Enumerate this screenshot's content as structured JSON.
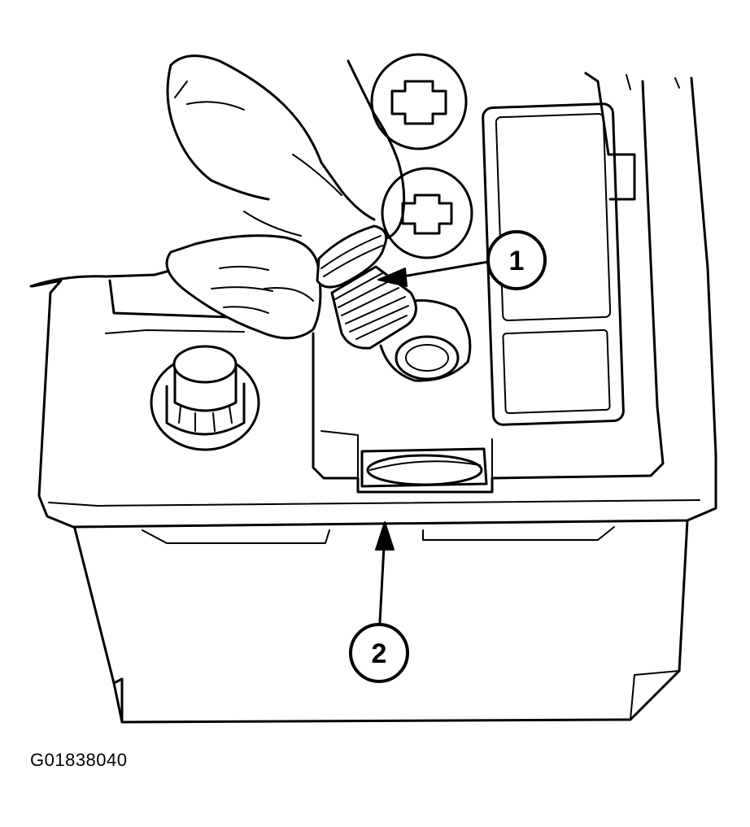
{
  "callouts": [
    {
      "id": "1",
      "label": "1"
    },
    {
      "id": "2",
      "label": "2"
    }
  ],
  "figure_id": "G01838040"
}
